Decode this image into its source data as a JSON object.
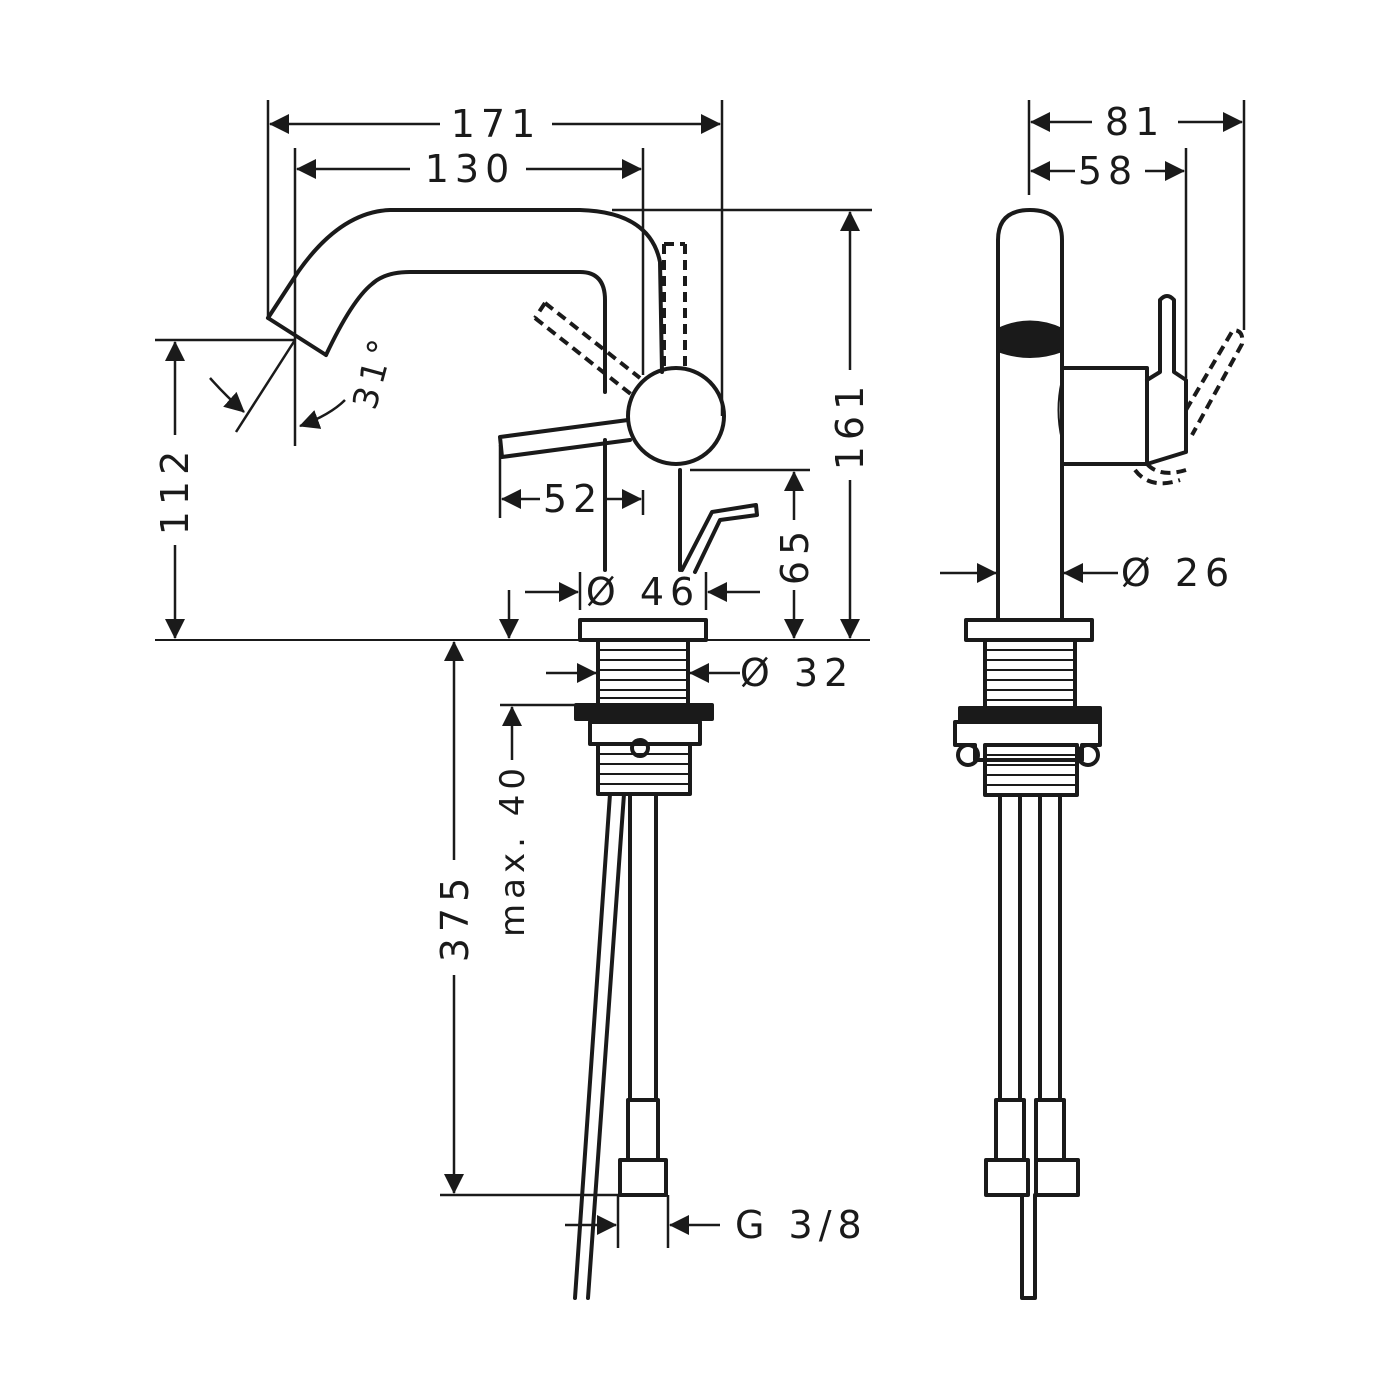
{
  "dimensions": {
    "overall_width": "171",
    "spout_reach": "130",
    "spout_height": "112",
    "overall_height": "161",
    "spout_angle": "31°",
    "lever_offset": "52",
    "body_diameter": "Ø 46",
    "pop_up_height": "65",
    "shank_diameter": "Ø 32",
    "max_deck_thickness": "max. 40",
    "hose_length": "375",
    "connection_thread": "G 3/8",
    "side_depth": "81",
    "side_handle_depth": "58",
    "spout_diameter": "Ø 26"
  },
  "colors": {
    "line": "#1a1a1a",
    "background": "#ffffff"
  }
}
